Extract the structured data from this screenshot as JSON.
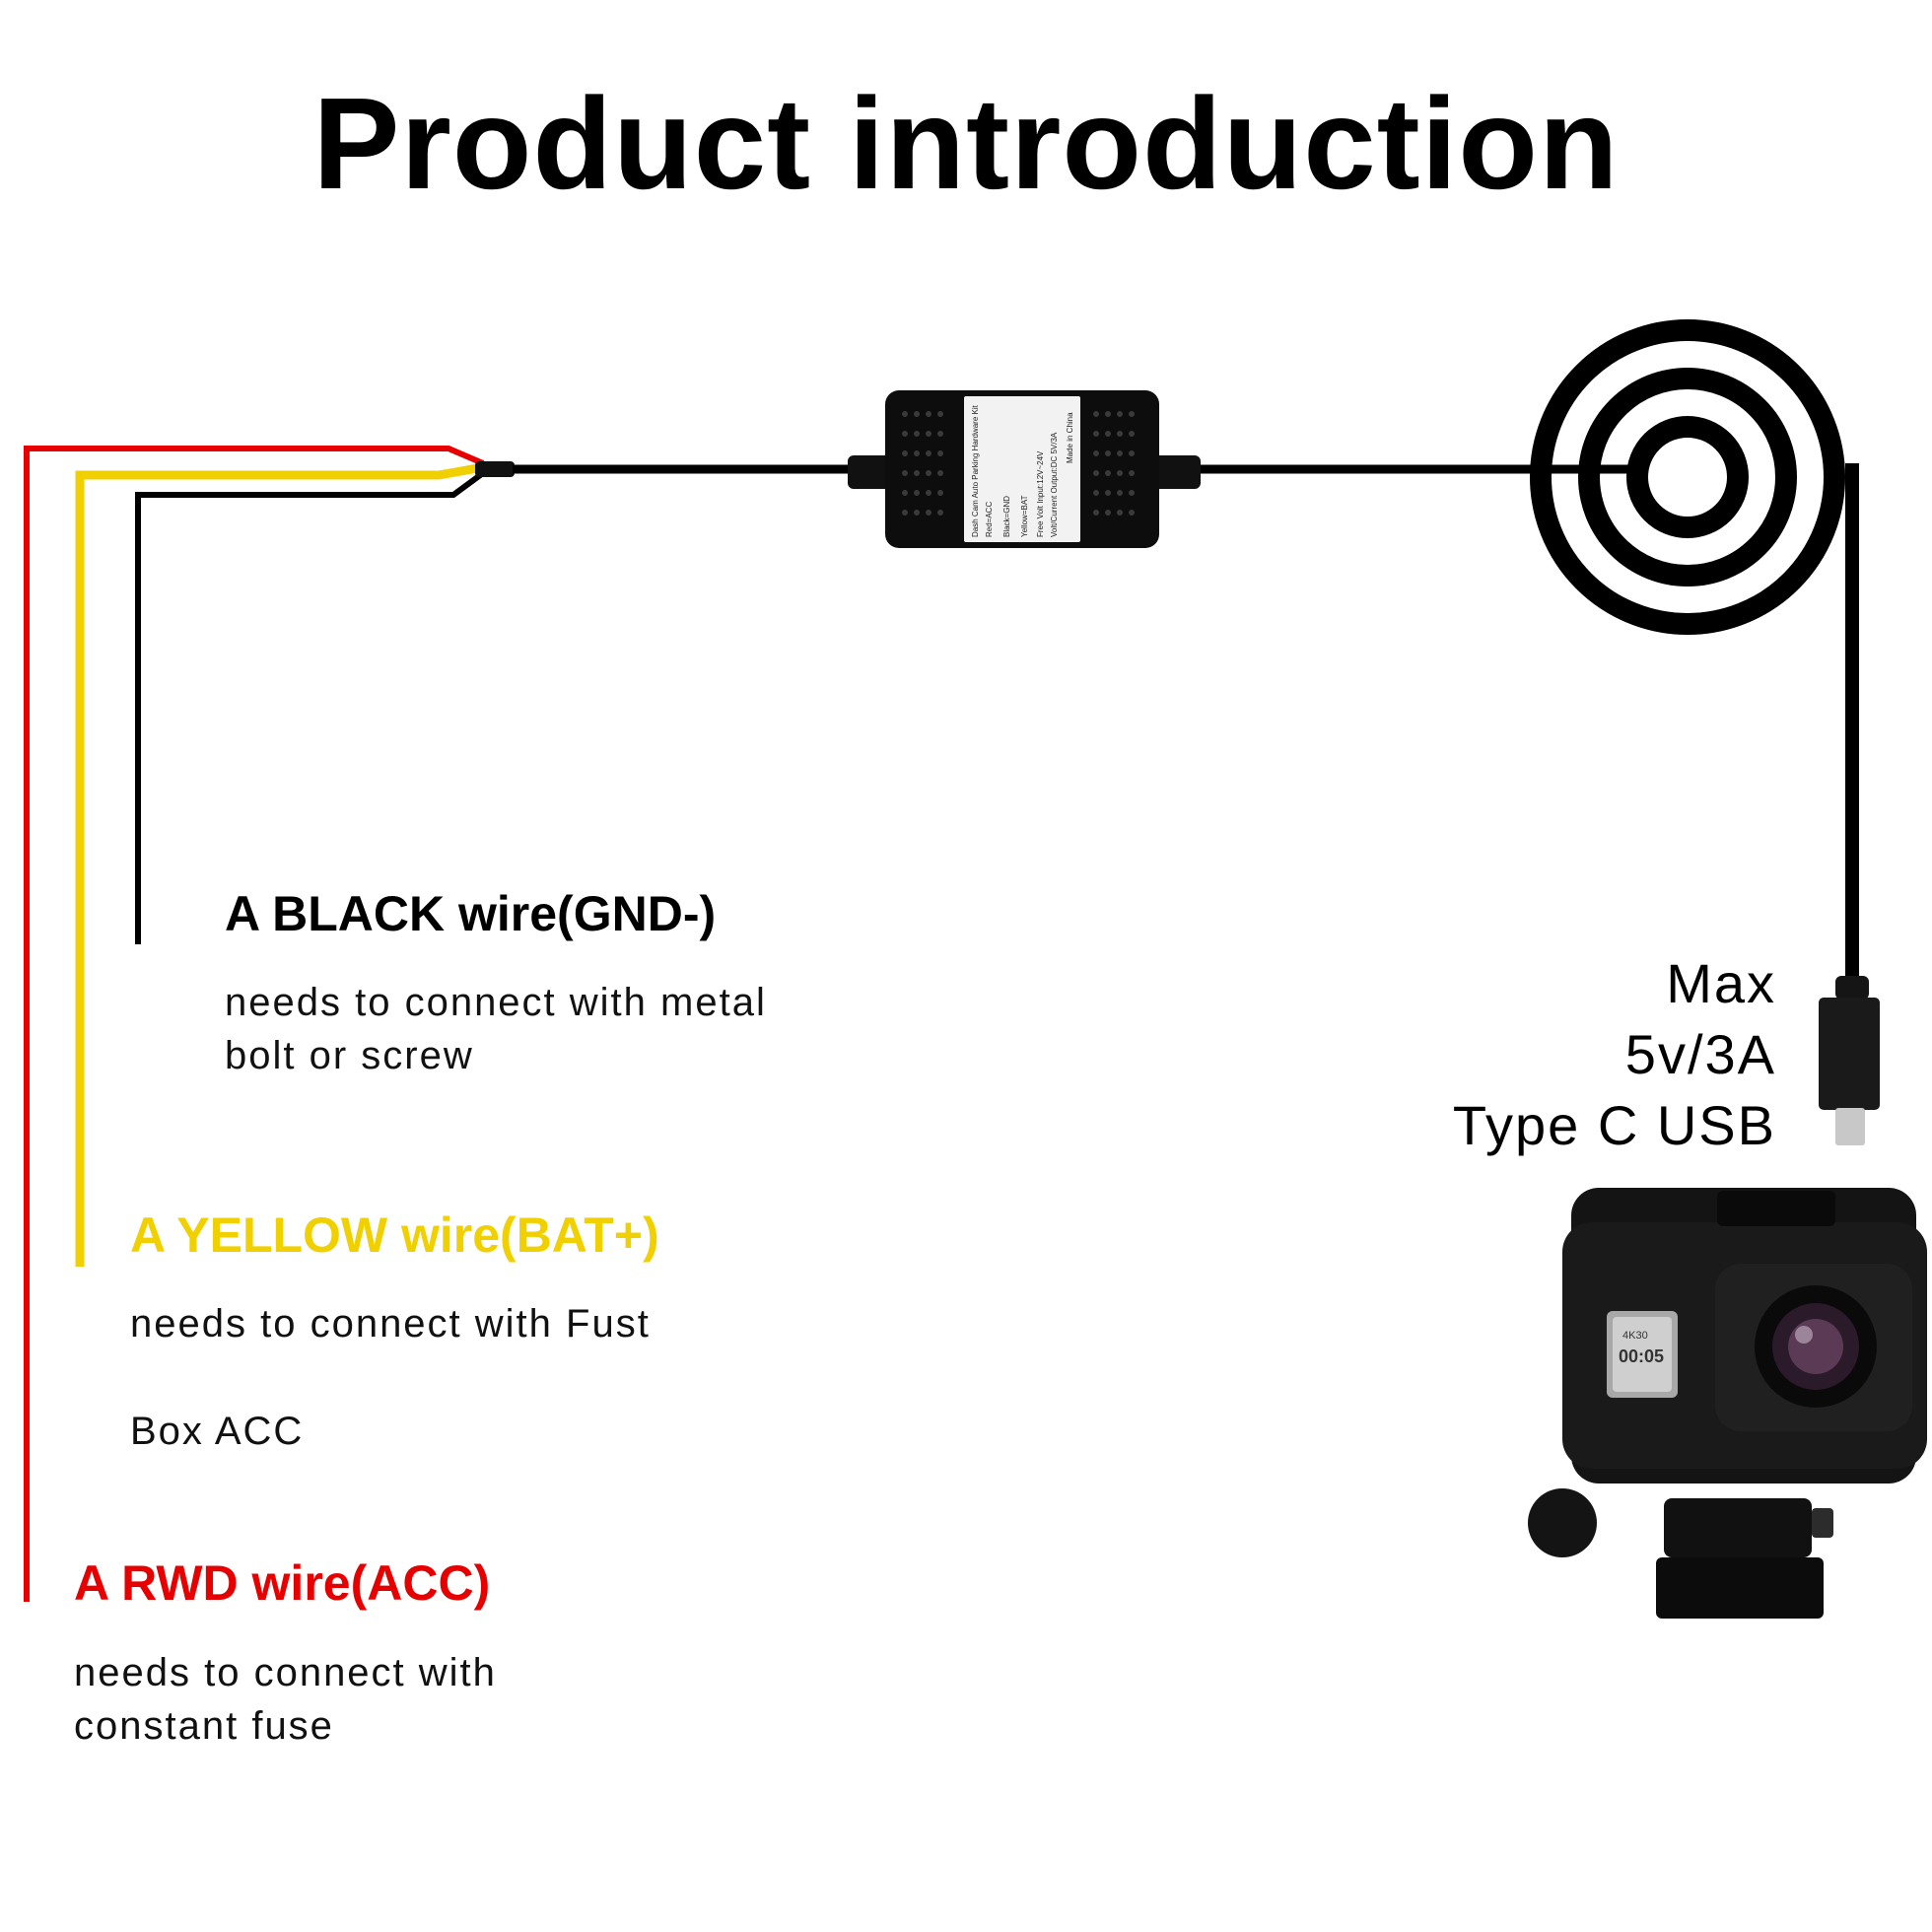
{
  "title": "Product introduction",
  "black_wire": {
    "heading": "A BLACK wire(GND-)",
    "desc_line1": "needs to connect with metal",
    "desc_line2": "bolt or screw",
    "color": "#000000"
  },
  "yellow_wire": {
    "heading": "A YELLOW wire(BAT+)",
    "desc_line1": "needs to connect with Fust",
    "desc_line2": "Box ACC",
    "color": "#f0d000"
  },
  "red_wire": {
    "heading": "A RWD wire(ACC)",
    "desc_line1": "needs to connect with",
    "desc_line2": "constant fuse",
    "color": "#e60000"
  },
  "usb_spec": {
    "line1": "Max",
    "line2": "5v/3A",
    "line3": "Type C USB"
  },
  "module_label": [
    "Dash Cam Auto Parking Hardware Kit",
    "Red=ACC",
    "Black=GND",
    "Yellow=BAT",
    "Free Volt Input:12V~24V",
    "Volt/Current Output:DC 5V/3A",
    "Made in China"
  ],
  "camera_screen": {
    "mode": "4K30",
    "time": "00:05"
  },
  "icons": [
    "buck-converter-module",
    "coiled-cable",
    "usb-c-plug",
    "action-camera"
  ]
}
